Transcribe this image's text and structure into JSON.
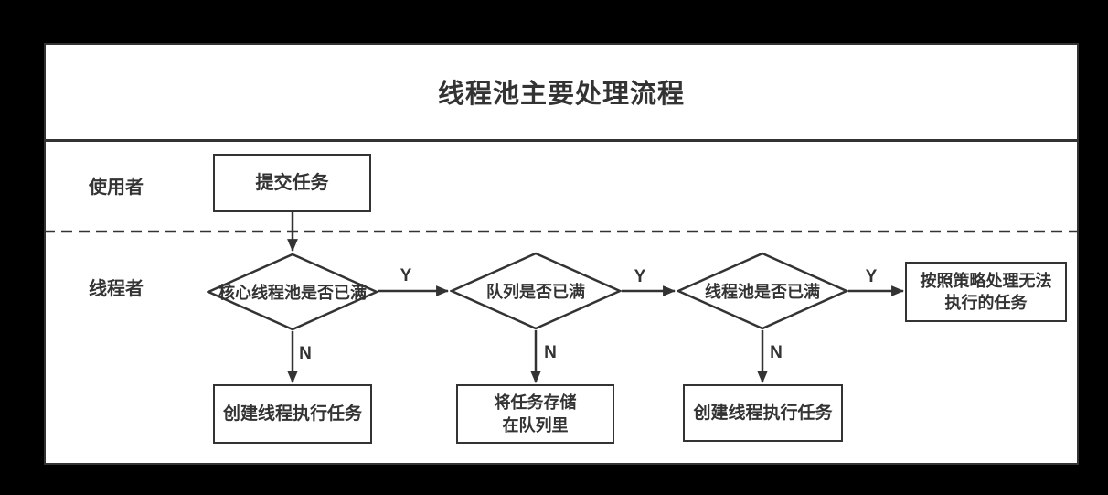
{
  "title": "线程池主要处理流程",
  "colors": {
    "background": "#000000",
    "panel": "#ffffff",
    "line": "#333333",
    "text": "#333333"
  },
  "lanes": [
    {
      "label": "使用者"
    },
    {
      "label": "线程者"
    }
  ],
  "diagram": {
    "nodes": [
      {
        "id": "submit",
        "type": "process",
        "label": "提交任务"
      },
      {
        "id": "core_full",
        "type": "decision",
        "label": "核心线程池是否已满"
      },
      {
        "id": "queue_full",
        "type": "decision",
        "label": "队列是否已满"
      },
      {
        "id": "pool_full",
        "type": "decision",
        "label": "线程池是否已满"
      },
      {
        "id": "policy",
        "type": "process",
        "label": "按照策略处理无法\n执行的任务"
      },
      {
        "id": "create_thread_1",
        "type": "process",
        "label": "创建线程执行任务"
      },
      {
        "id": "store_queue",
        "type": "process",
        "label": "将任务存储\n在队列里"
      },
      {
        "id": "create_thread_2",
        "type": "process",
        "label": "创建线程执行任务"
      }
    ],
    "edges": [
      {
        "from": "submit",
        "to": "core_full",
        "label": ""
      },
      {
        "from": "core_full",
        "to": "queue_full",
        "label": "Y"
      },
      {
        "from": "queue_full",
        "to": "pool_full",
        "label": "Y"
      },
      {
        "from": "pool_full",
        "to": "policy",
        "label": "Y"
      },
      {
        "from": "core_full",
        "to": "create_thread_1",
        "label": "N"
      },
      {
        "from": "queue_full",
        "to": "store_queue",
        "label": "N"
      },
      {
        "from": "pool_full",
        "to": "create_thread_2",
        "label": "N"
      }
    ]
  }
}
